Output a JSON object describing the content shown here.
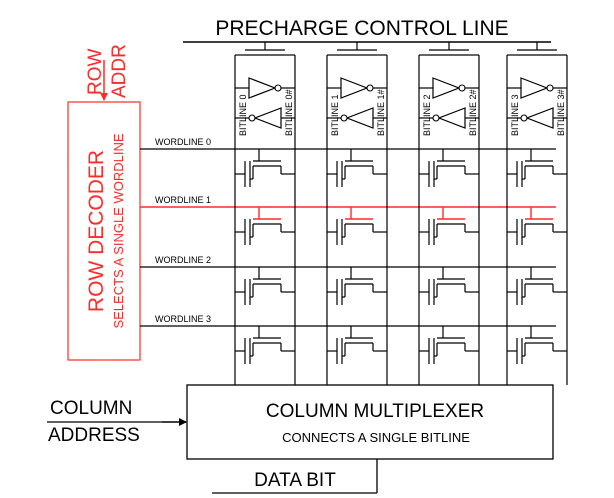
{
  "labels": {
    "precharge": "PRECHARGE CONTROL LINE",
    "row": "ROW",
    "addr": "ADDR",
    "row_decoder": "ROW DECODER",
    "row_decoder_sub": "SELECTS A SINGLE WORDLINE",
    "column": "COLUMN",
    "address": "ADDRESS",
    "mux_title": "COLUMN MULTIPLEXER",
    "mux_sub": "CONNECTS A SINGLE BITLINE",
    "data_bit": "DATA BIT"
  },
  "wordlines": [
    {
      "label": "WORDLINE 0",
      "selected": false
    },
    {
      "label": "WORDLINE 1",
      "selected": true
    },
    {
      "label": "WORDLINE 2",
      "selected": false
    },
    {
      "label": "WORDLINE 3",
      "selected": false
    }
  ],
  "columns": [
    {
      "bitline": "BITLINE 0",
      "bitline_bar": "BITLINE 0#"
    },
    {
      "bitline": "BITLINE 1",
      "bitline_bar": "BITLINE 1#"
    },
    {
      "bitline": "BITLINE 2",
      "bitline_bar": "BITLINE 2#"
    },
    {
      "bitline": "BITLINE 3",
      "bitline_bar": "BITLINE 3#"
    }
  ],
  "colors": {
    "line": "#000000",
    "selected": "#ff2a2a",
    "background": "#ffffff"
  }
}
